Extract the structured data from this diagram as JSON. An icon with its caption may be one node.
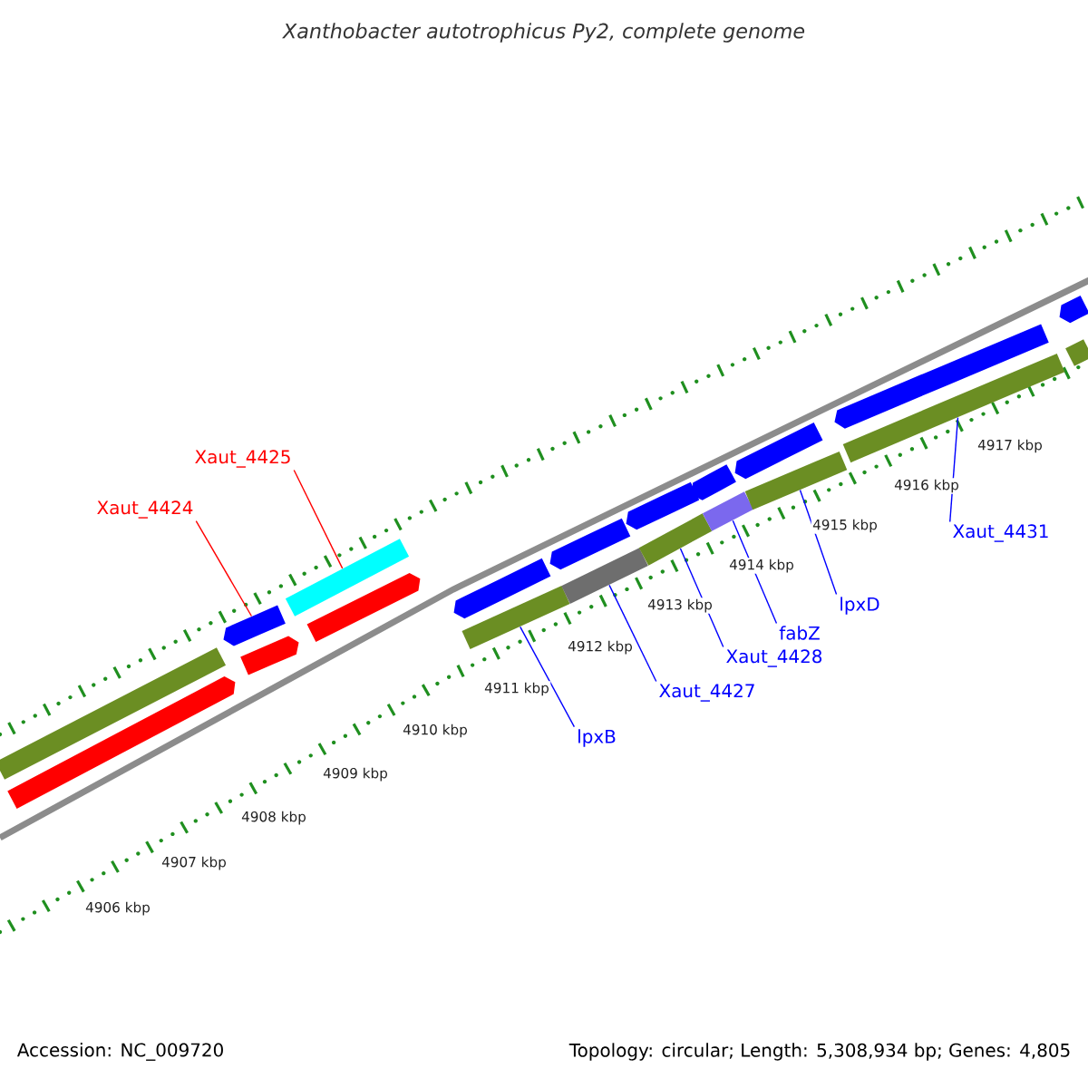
{
  "diagram": {
    "title": "Xanthobacter autotrophicus Py2, complete genome",
    "nodes": [
      {
        "text": [
          "Xaut_4424"
        ]
      },
      {
        "text": [
          "Xaut_4425"
        ]
      },
      {
        "text": [
          "lpxB"
        ]
      },
      {
        "text": [
          "Xaut_4427"
        ]
      },
      {
        "text": [
          "Xaut_4428"
        ]
      },
      {
        "text": [
          "fabZ"
        ]
      },
      {
        "text": [
          "lpxD"
        ]
      },
      {
        "text": [
          "Xaut_4431"
        ]
      },
      {
        "text": [],
        "shape": "bar"
      },
      {
        "text": [],
        "shape": "box"
      },
      {
        "text": [],
        "shape": "box"
      },
      {
        "text": [],
        "shape": "box"
      },
      {
        "text": [],
        "shape": "bar"
      },
      {
        "text": [],
        "shape": "box"
      },
      {
        "text": [],
        "shape": "box"
      },
      {
        "text": [],
        "shape": "bar"
      },
      {
        "text": [],
        "shape": "box"
      },
      {
        "text": [],
        "shape": "bar"
      },
      {
        "text": [],
        "shape": "box"
      },
      {
        "text": [],
        "shape": "bar"
      },
      {
        "text": [],
        "shape": "box"
      },
      {
        "text": [],
        "shape": "bar"
      },
      {
        "text": [],
        "shape": "box"
      },
      {
        "text": [],
        "shape": "bar"
      },
      {
        "text": [],
        "shape": "box"
      },
      {
        "text": [],
        "shape": "bar"
      },
      {
        "text": [],
        "shape": "box"
      },
      {
        "text": [],
        "shape": "bar"
      }
    ],
    "edges": [
      {
        "from": 0,
        "to": 10,
        "arrow": "none",
        "color": "#ff0000"
      },
      {
        "from": 1,
        "to": 12,
        "arrow": "none",
        "color": "#ff0000"
      },
      {
        "from": 2,
        "to": 15,
        "arrow": "none"
      },
      {
        "from": 3,
        "to": 17,
        "arrow": "none"
      },
      {
        "from": 4,
        "to": 19,
        "arrow": "none"
      },
      {
        "from": 5,
        "to": 21,
        "arrow": "none"
      },
      {
        "from": 6,
        "to": 23,
        "arrow": "none"
      },
      {
        "from": 7,
        "to": 25,
        "arrow": "none"
      }
    ],
    "labels": [
      "4906 kbp",
      "4907 kbp",
      "4908 kbp",
      "4909 kbp",
      "4910 kbp",
      "4911 kbp",
      "4912 kbp",
      "4913 kbp",
      "4914 kbp",
      "4915 kbp",
      "4916 kbp",
      "4917 kbp",
      "Accession: NC_009720",
      "Topology: circular; Length: 5,308,934 bp; Genes: 4,805"
    ]
  }
}
